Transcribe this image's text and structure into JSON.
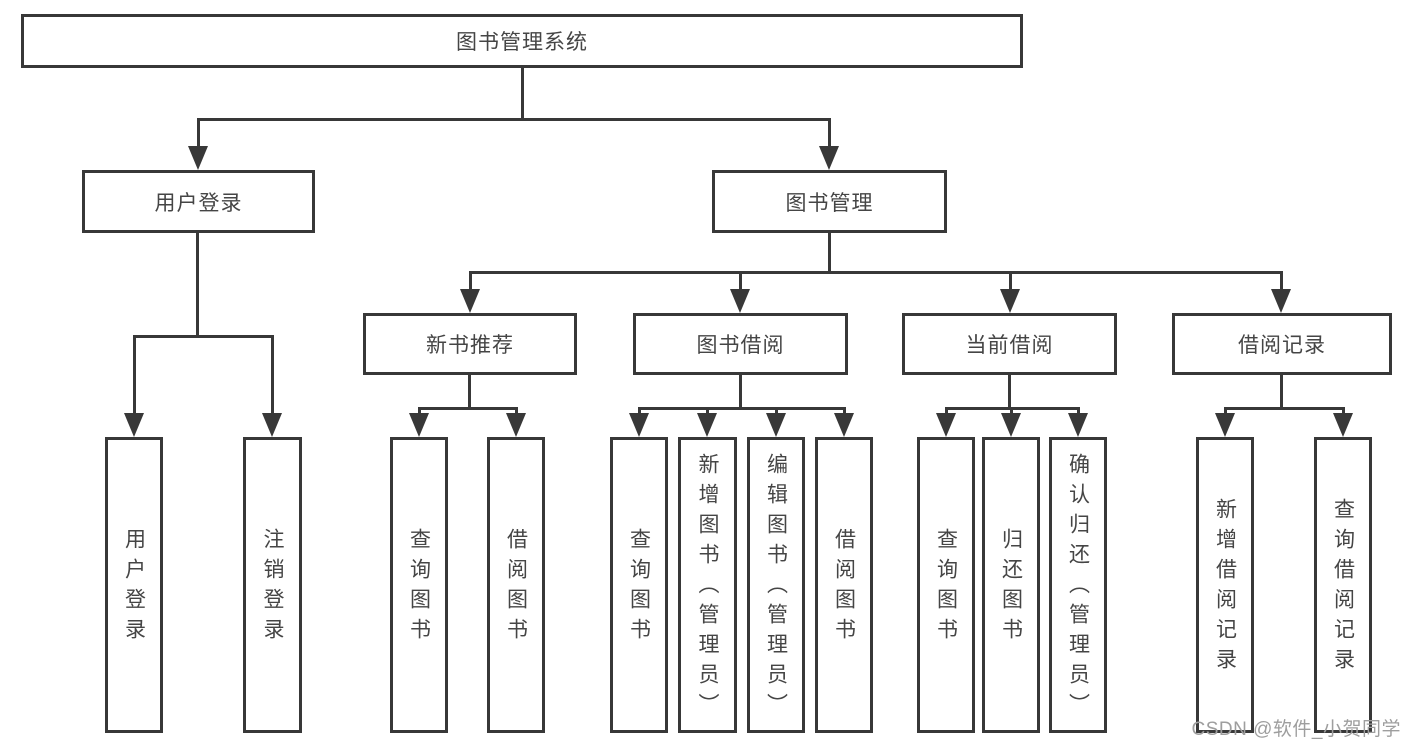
{
  "tree": {
    "root": {
      "label": "图书管理系统"
    },
    "children": [
      {
        "label": "用户登录",
        "children": [
          {
            "label": "用户登录"
          },
          {
            "label": "注销登录"
          }
        ]
      },
      {
        "label": "图书管理",
        "children": [
          {
            "label": "新书推荐",
            "children": [
              {
                "label": "查询图书"
              },
              {
                "label": "借阅图书"
              }
            ]
          },
          {
            "label": "图书借阅",
            "children": [
              {
                "label": "查询图书"
              },
              {
                "label": "新增图书（管理员）"
              },
              {
                "label": "编辑图书（管理员）"
              },
              {
                "label": "借阅图书"
              }
            ]
          },
          {
            "label": "当前借阅",
            "children": [
              {
                "label": "查询图书"
              },
              {
                "label": "归还图书"
              },
              {
                "label": "确认归还（管理员）"
              }
            ]
          },
          {
            "label": "借阅记录",
            "children": [
              {
                "label": "新增借阅记录"
              },
              {
                "label": "查询借阅记录"
              }
            ]
          }
        ]
      }
    ]
  },
  "watermark": {
    "text": "CSDN @软件_小贺同学"
  },
  "colors": {
    "line": "#383838",
    "text": "#454545",
    "watermark": "#9e9e9e",
    "background": "#ffffff"
  }
}
